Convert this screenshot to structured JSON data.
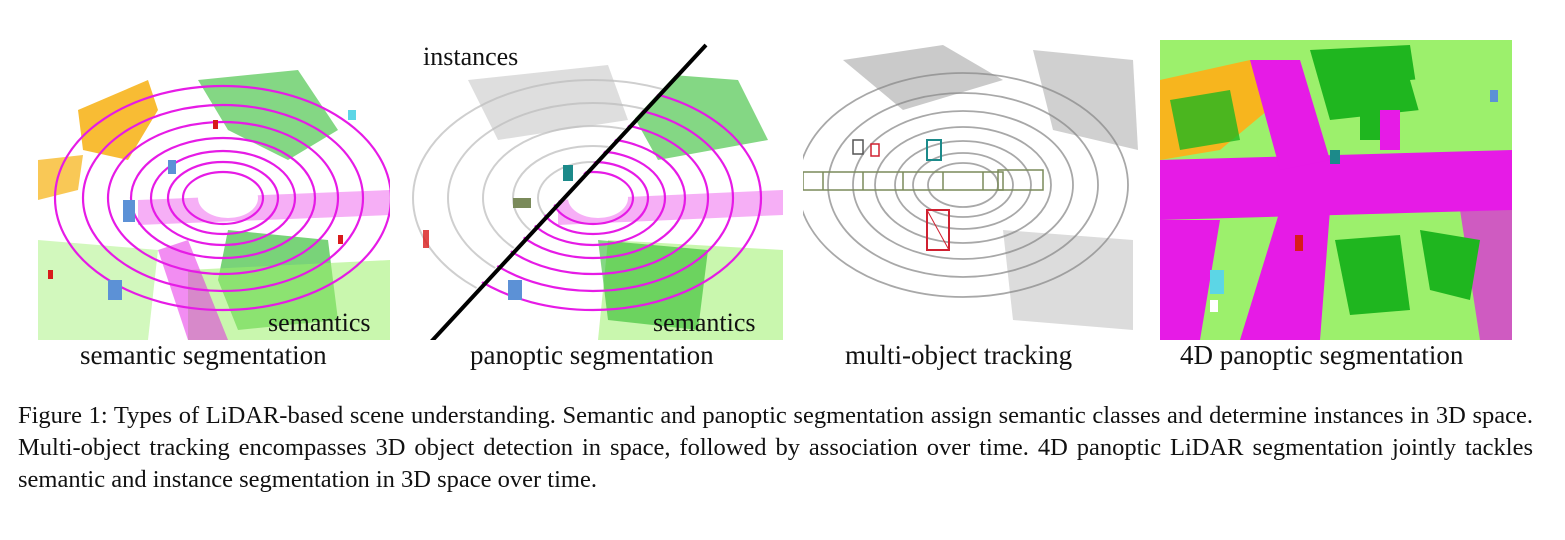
{
  "figure": {
    "panels": [
      {
        "id": "semantic",
        "caption": "semantic segmentation",
        "inset_labels": [
          "semantics"
        ]
      },
      {
        "id": "panoptic",
        "caption": "panoptic segmentation",
        "inset_labels": [
          "instances",
          "semantics"
        ]
      },
      {
        "id": "tracking",
        "caption": "multi-object tracking",
        "inset_labels": []
      },
      {
        "id": "panoptic4d",
        "caption": "4D panoptic segmentation",
        "inset_labels": []
      }
    ],
    "caption_prefix": "Figure 1:",
    "caption_text": "Types of LiDAR-based scene understanding.  Semantic and panoptic segmentation assign semantic classes and determine instances in 3D space. Multi-object tracking encompasses 3D object detection in space, followed by association over time. 4D panoptic LiDAR segmentation jointly tackles semantic and instance segmentation in 3D space over time."
  },
  "colors": {
    "road": "#e61be6",
    "vegetation": "#1fb61f",
    "terrain": "#9cf06c",
    "building": "#f7b51e",
    "car": "#5c91d6",
    "person": "#d81b1b",
    "gray_points": "#8a8a8a",
    "light_gray_points": "#cfcfcf",
    "box_red": "#d02030",
    "box_teal": "#1c8a8a",
    "box_olive": "#7a8a5a"
  }
}
